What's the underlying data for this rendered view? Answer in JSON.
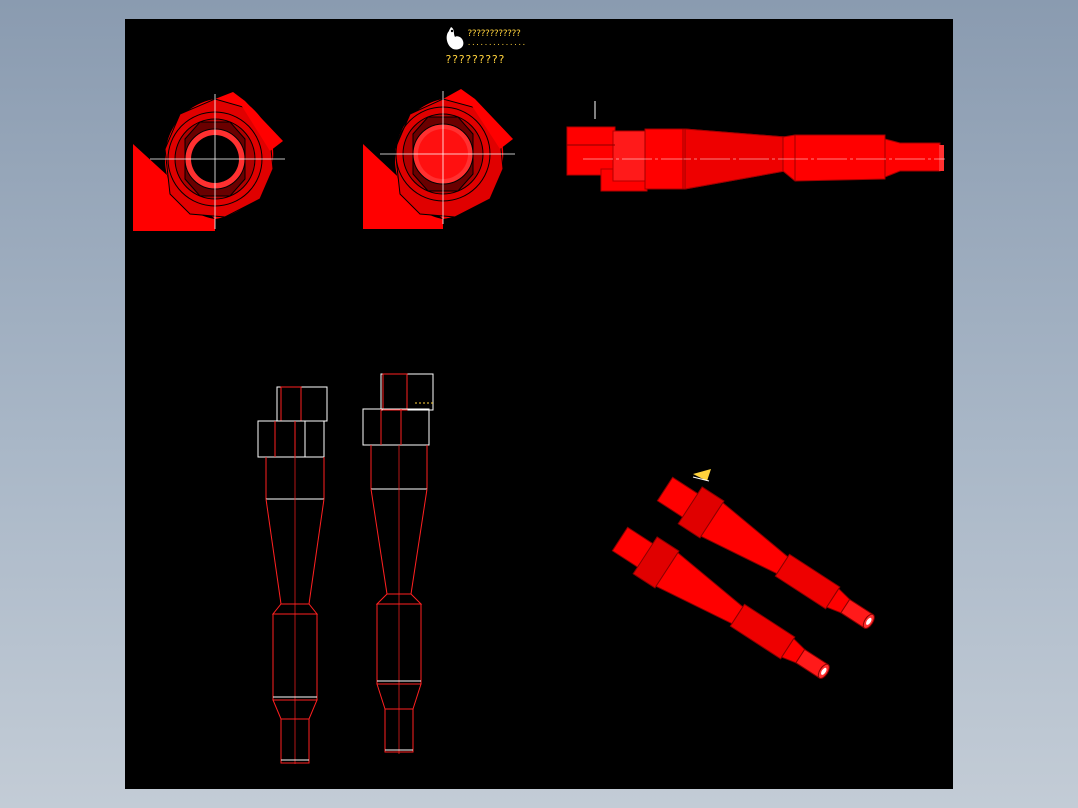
{
  "title_block": {
    "logo_text": "????????????",
    "logo_subtext": "..............",
    "caption": "?????????"
  },
  "colors": {
    "background_frame": "#9aa8ba",
    "canvas": "#000000",
    "part_fill": "#ff0000",
    "part_shade": "#8a0000",
    "outline": "#ffffff",
    "annotation": "#ffd23c"
  },
  "views": [
    {
      "name": "top-view-open",
      "icon": "circle-flange"
    },
    {
      "name": "top-view-closed",
      "icon": "circle-flange"
    },
    {
      "name": "side-view-horizontal",
      "icon": "cyclone-body"
    },
    {
      "name": "front-view-left",
      "icon": "cyclone-wireframe"
    },
    {
      "name": "front-view-right",
      "icon": "cyclone-wireframe"
    },
    {
      "name": "isometric-view",
      "icon": "cyclone-3d"
    }
  ]
}
